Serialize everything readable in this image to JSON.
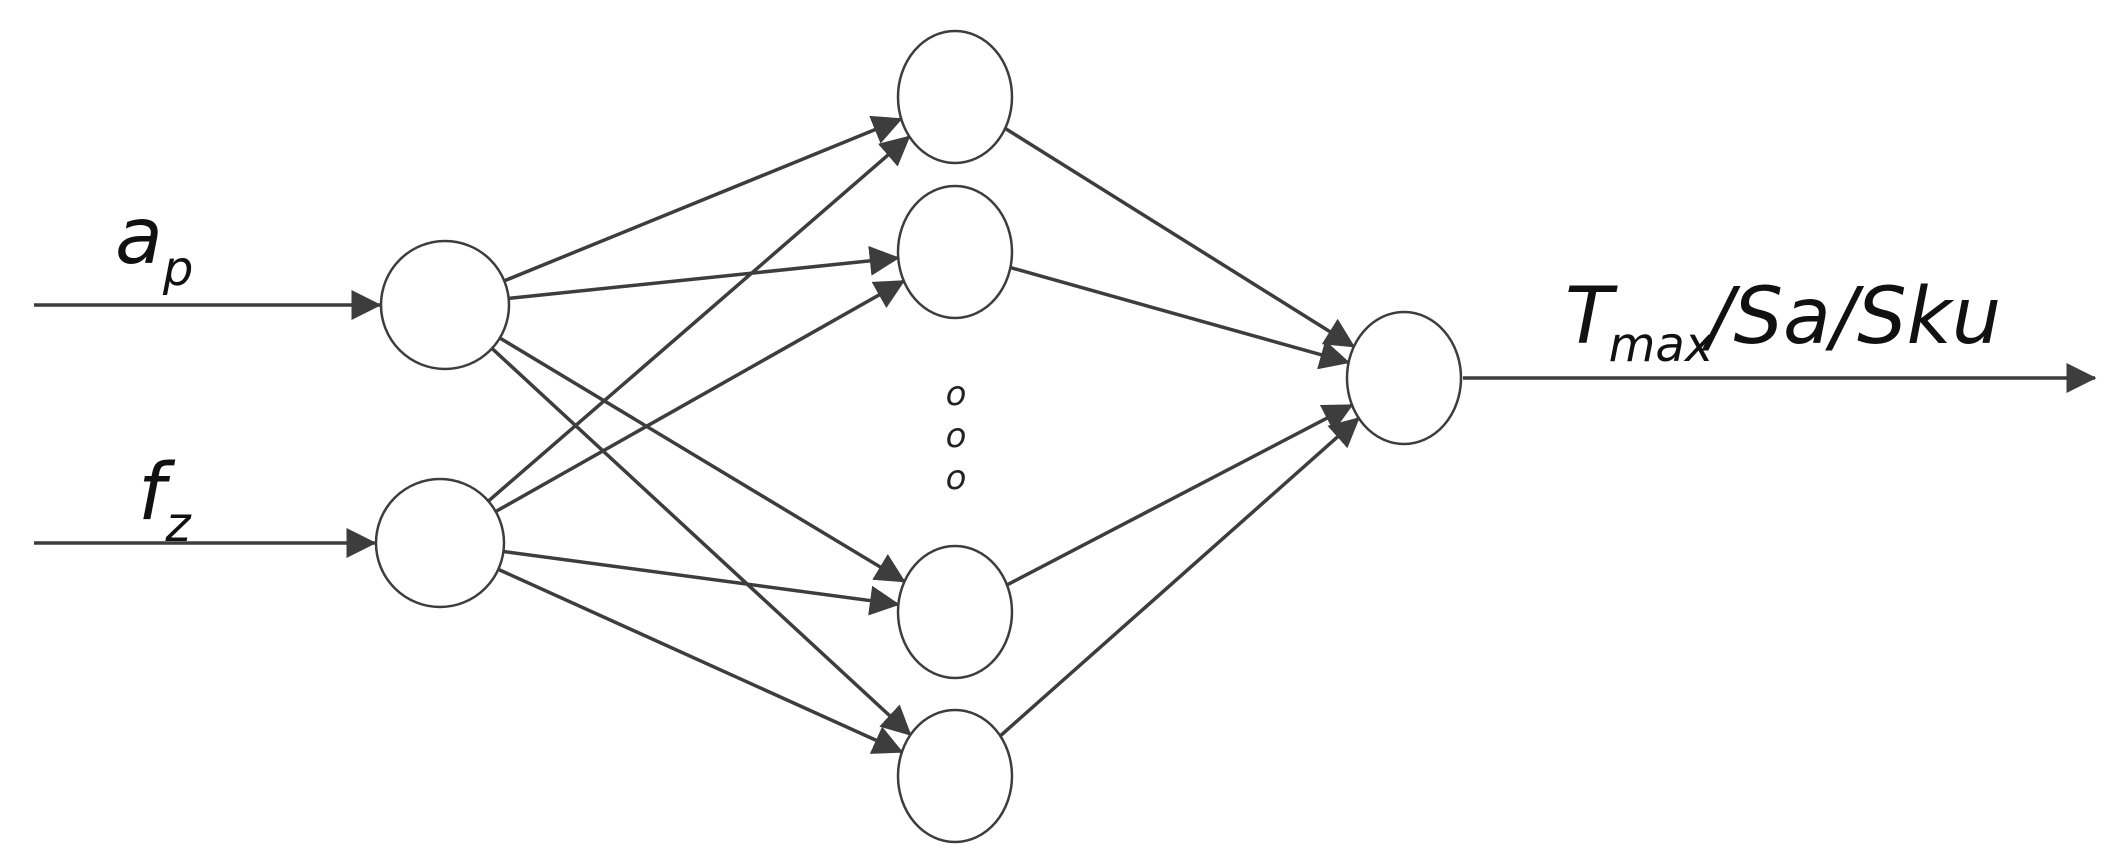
{
  "inputs": {
    "ap": {
      "main": "a",
      "sub": "p"
    },
    "fz": {
      "main": "f",
      "sub": "z"
    }
  },
  "output": {
    "t_main": "T",
    "t_sub": "max",
    "rest": "/Sa/Sku"
  },
  "ellipsis": [
    "o",
    "o",
    "o"
  ],
  "colors": {
    "line": "#3d3d3d",
    "node_stroke": "#3d3d3d",
    "node_fill": "#ffffff"
  }
}
